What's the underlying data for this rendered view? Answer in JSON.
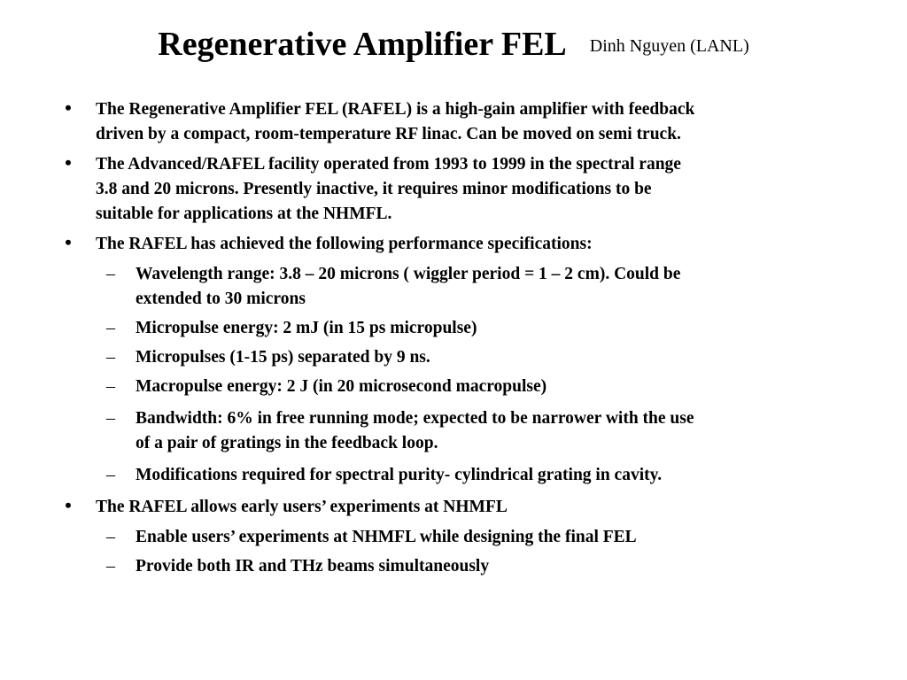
{
  "slide": {
    "title": "Regenerative Amplifier FEL",
    "author": "Dinh Nguyen (LANL)"
  },
  "bullets": [
    {
      "text": "The Regenerative Amplifier FEL (RAFEL) is a high-gain amplifier with feedback driven by a compact, room-temperature RF linac. Can be moved on semi truck.",
      "line1": "The Regenerative Amplifier FEL (RAFEL) is a high-gain amplifier with feedback",
      "line2": "driven by a compact, room-temperature RF linac. Can be moved on semi truck."
    },
    {
      "line1": "The Advanced/RAFEL facility operated from 1993 to 1999 in the spectral range",
      "line2": "3.8 and 20 microns. Presently inactive, it requires minor modifications to be",
      "line3": "suitable for applications at the NHMFL."
    },
    {
      "line1": "The RAFEL has achieved the following performance specifications:",
      "subs": [
        {
          "line1": "Wavelength range: 3.8 – 20 microns ( wiggler period = 1 – 2 cm). Could be",
          "line2": "extended to 30 microns"
        },
        {
          "line1": "Micropulse energy: 2 mJ (in 15 ps micropulse)"
        },
        {
          "line1": "Micropulses (1-15 ps) separated by 9 ns."
        },
        {
          "line1": "Macropulse energy: 2 J (in 20 microsecond macropulse)"
        },
        {
          "line1": "Bandwidth: 6% in free running mode; expected to be narrower with the use",
          "line2": "of a pair of gratings in the feedback loop."
        },
        {
          "line1": "Modifications required for spectral purity- cylindrical grating in cavity."
        }
      ]
    },
    {
      "line1": "The RAFEL allows early users’ experiments at NHMFL",
      "subs": [
        {
          "line1": "Enable users’ experiments at NHMFL while designing the final FEL"
        },
        {
          "line1": "Provide both IR and THz beams simultaneously"
        }
      ]
    }
  ],
  "markers": {
    "bullet": "•",
    "dash": "–"
  }
}
